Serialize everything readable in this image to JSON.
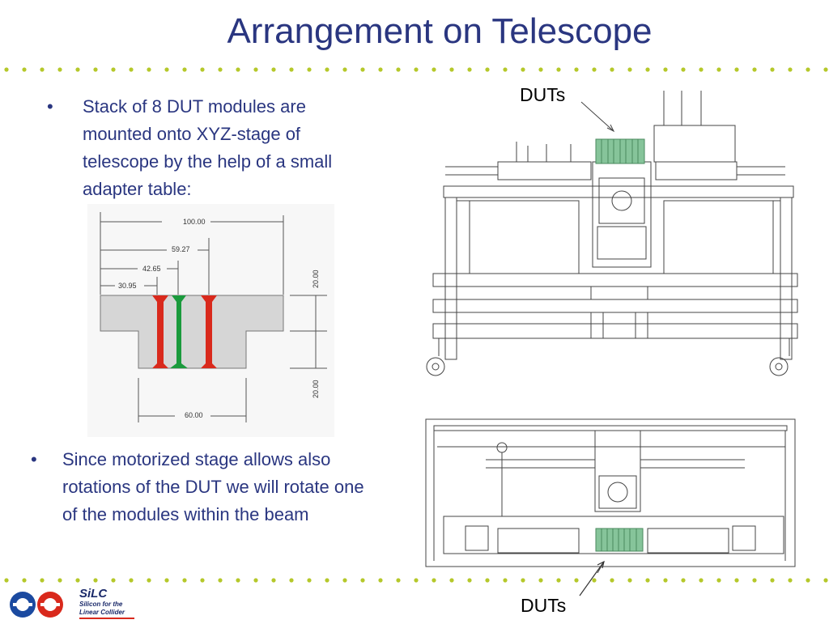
{
  "title": "Arrangement on Telescope",
  "bullets": [
    {
      "marker": "•",
      "text_lines": [
        "Stack of 8 DUT modules are",
        "mounted onto XYZ-stage of",
        "telescope by the help of a small",
        "adapter table:"
      ]
    },
    {
      "marker": "•",
      "text_lines": [
        "Since motorized stage allows also",
        "rotations of the DUT we will rotate one",
        "of the modules within the beam"
      ]
    }
  ],
  "adapter_drawing": {
    "dimensions": {
      "d100": "100.00",
      "d59": "59.27",
      "d42": "42.65",
      "d30": "30.95",
      "d20a": "20.00",
      "d20b": "20.00",
      "d60": "60.00"
    }
  },
  "labels": {
    "duts_top": "DUTs",
    "duts_bottom": "DUTs"
  },
  "logo": {
    "brand": "SiLC",
    "line1": "Silicon for the",
    "line2": "Linear Collider"
  },
  "colors": {
    "title": "#2a3680",
    "dots": "#b5c82a",
    "red": "#d9291c",
    "green": "#1a9a3c",
    "dut_green": "#86c49a"
  }
}
